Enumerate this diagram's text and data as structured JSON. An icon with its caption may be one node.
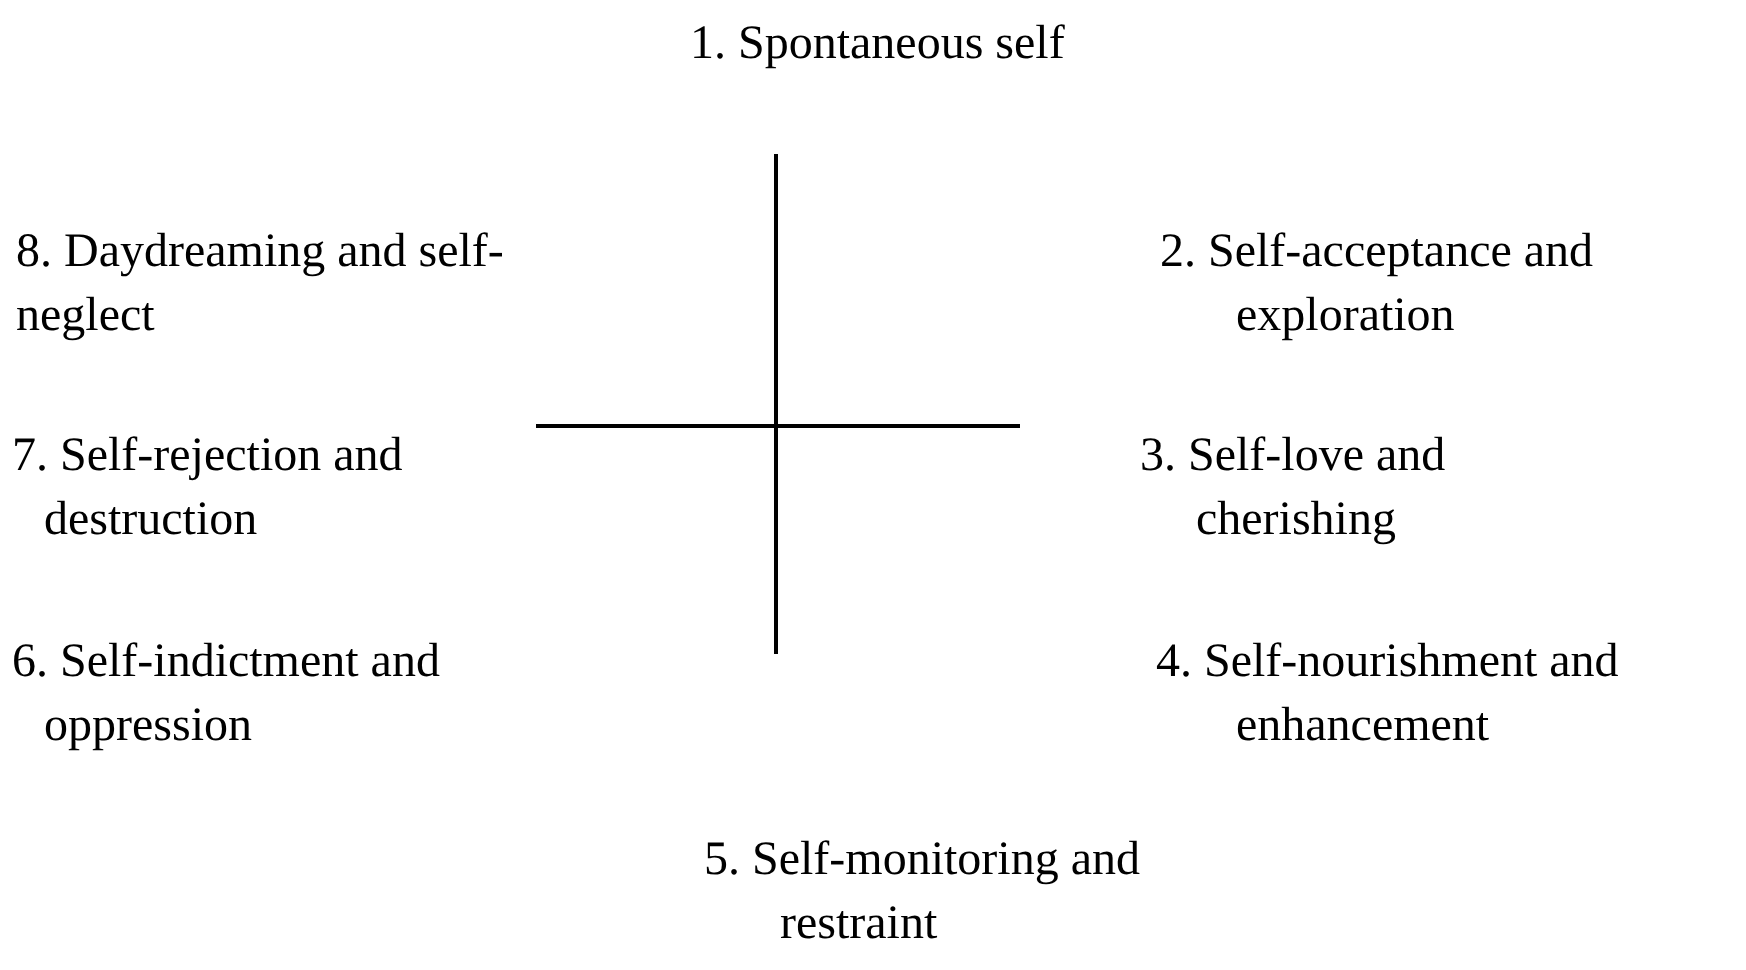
{
  "diagram": {
    "labels": [
      "1. Spontaneous self",
      "8. Daydreaming and self-neglect",
      "2. Self-acceptance and exploration",
      "7. Self-rejection and destruction",
      "3. Self-love and cherishing",
      "6. Self-indictment and oppression",
      "4. Self-nourishment and enhancement",
      "5. Self-monitoring and restraint"
    ]
  }
}
